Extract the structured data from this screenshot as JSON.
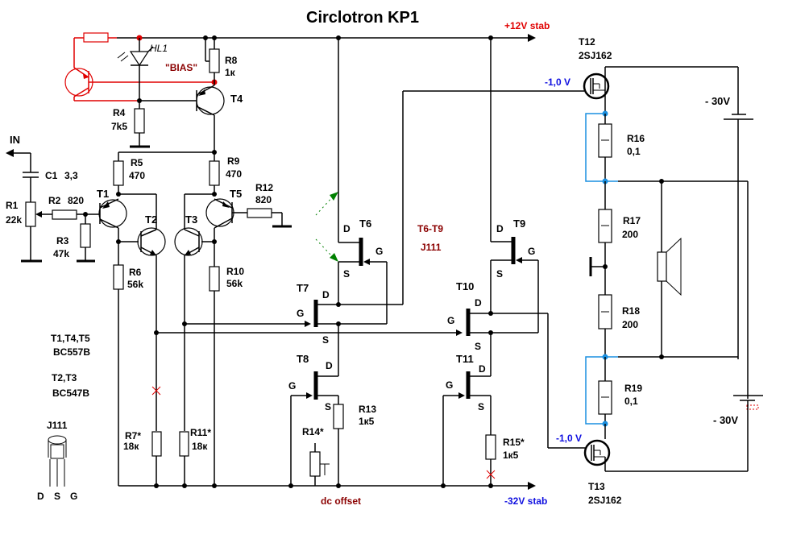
{
  "title": "Circlotron KP1",
  "rails": {
    "plus": "+12V stab",
    "minus": "-32V stab",
    "supply_top": "- 30V",
    "supply_bottom": "- 30V",
    "dc_offset": "dc offset",
    "gate_t12": "-1,0 V",
    "gate_t13": "-1,0 V",
    "bias": "\"BIAS\"",
    "input": "IN"
  },
  "components": {
    "HL1": {
      "name": "HL1"
    },
    "R1": {
      "name": "R1",
      "value": "22k"
    },
    "R2": {
      "name": "R2",
      "value": "820"
    },
    "R3": {
      "name": "R3",
      "value": "47k"
    },
    "R4": {
      "name": "R4",
      "value": "7k5"
    },
    "R5": {
      "name": "R5",
      "value": "470"
    },
    "R6": {
      "name": "R6",
      "value": "56k"
    },
    "R7": {
      "name": "R7*",
      "value": "18к"
    },
    "R8": {
      "name": "R8",
      "value": "1к"
    },
    "R9": {
      "name": "R9",
      "value": "470"
    },
    "R10": {
      "name": "R10",
      "value": "56k"
    },
    "R11": {
      "name": "R11*",
      "value": "18к"
    },
    "R12": {
      "name": "R12",
      "value": "820"
    },
    "R13": {
      "name": "R13",
      "value": "1к5"
    },
    "R14": {
      "name": "R14*"
    },
    "R15": {
      "name": "R15*",
      "value": "1к5"
    },
    "R16": {
      "name": "R16",
      "value": "0,1"
    },
    "R17": {
      "name": "R17",
      "value": "200"
    },
    "R18": {
      "name": "R18",
      "value": "200"
    },
    "R19": {
      "name": "R19",
      "value": "0,1"
    },
    "C1": {
      "name": "C1",
      "value": "3,3"
    },
    "T1": "T1",
    "T2": "T2",
    "T3": "T3",
    "T4": "T4",
    "T5": "T5",
    "T6": "T6",
    "T7": "T7",
    "T8": "T8",
    "T9": "T9",
    "T10": "T10",
    "T11": "T11",
    "T12": {
      "name": "T12",
      "part": "2SJ162"
    },
    "T13": {
      "name": "T13",
      "part": "2SJ162"
    }
  },
  "pins": {
    "D": "D",
    "S": "S",
    "G": "G"
  },
  "legend": {
    "pnp_list": "T1,T4,T5",
    "pnp_part": "BC557B",
    "npn_list": "T2,T3",
    "npn_part": "BC547B",
    "jfet_group": "T6-T9",
    "jfet_part": "J111",
    "package_label": "J111",
    "package_pins": [
      "D",
      "S",
      "G"
    ]
  }
}
